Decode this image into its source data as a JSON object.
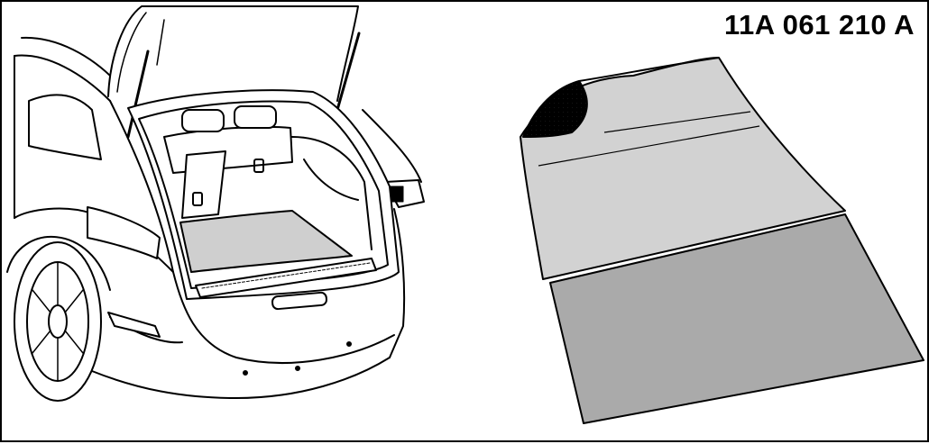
{
  "part_number": "11A 061 210 A",
  "colors": {
    "line": "#000000",
    "mat_top": "#d2d2d2",
    "mat_bottom": "#aaaaaa",
    "mat_in_car": "#cfcfcf",
    "background": "#ffffff"
  },
  "icons": [
    "car-rear-view-illustration",
    "luggage-mat-illustration"
  ]
}
